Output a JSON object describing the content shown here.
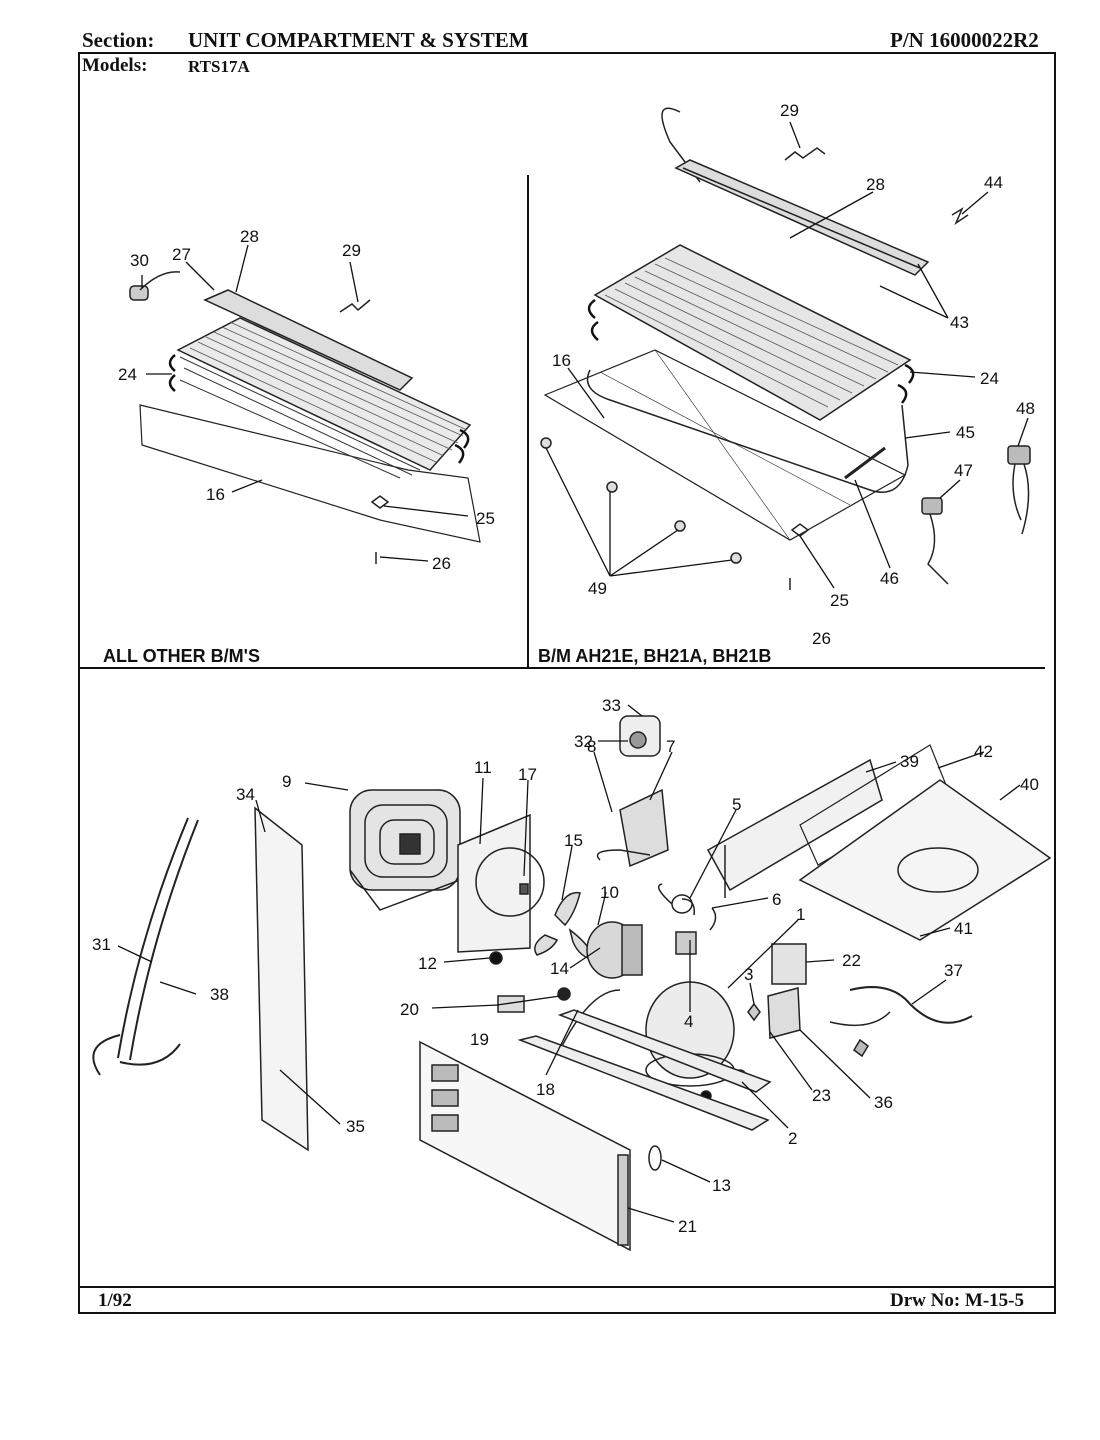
{
  "header": {
    "section_label": "Section:",
    "section_value": "UNIT COMPARTMENT & SYSTEM",
    "part_number": "P/N 16000022R2",
    "models_label": "Models:",
    "models_value": "RTS17A"
  },
  "panels": {
    "left_caption": "ALL OTHER B/M'S",
    "right_caption": "B/M AH21E, BH21A, BH21B"
  },
  "callouts": {
    "l30": "30",
    "l27": "27",
    "l28": "28",
    "l29": "29",
    "l24": "24",
    "l16": "16",
    "l25": "25",
    "l26": "26",
    "r29": "29",
    "r28": "28",
    "r44": "44",
    "r43": "43",
    "r24": "24",
    "r16": "16",
    "r45": "45",
    "r48": "48",
    "r47": "47",
    "r46": "46",
    "r49": "49",
    "r25": "25",
    "r26": "26",
    "b33": "33",
    "b32": "32",
    "b8": "8",
    "b7": "7",
    "b39": "39",
    "b42": "42",
    "b40": "40",
    "b9": "9",
    "b11": "11",
    "b17": "17",
    "b34": "34",
    "b5": "5",
    "b15": "15",
    "b10": "10",
    "b6": "6",
    "b1": "1",
    "b31": "31",
    "b38": "38",
    "b12": "12",
    "b14": "14",
    "b4": "4",
    "b22": "22",
    "b3": "3",
    "b37": "37",
    "b20": "20",
    "b19": "19",
    "b18": "18",
    "b23": "23",
    "b36": "36",
    "b2": "2",
    "b35": "35",
    "b13": "13",
    "b21": "21",
    "b41": "41"
  },
  "footer": {
    "date": "1/92",
    "drawing_number": "Drw No: M-15-5"
  }
}
